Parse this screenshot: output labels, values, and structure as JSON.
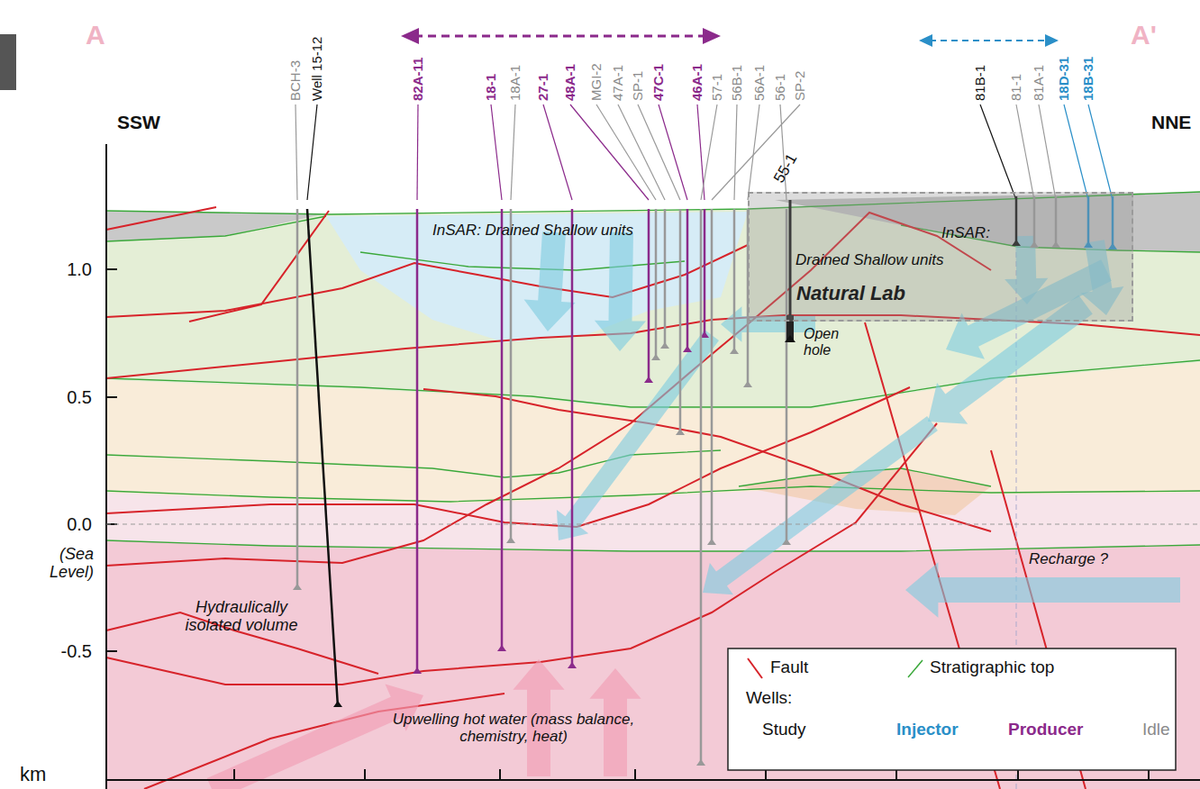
{
  "diagram": {
    "nodes": [
      {
        "text": [
          "Natural Lab"
        ]
      }
    ],
    "labels": [
      "A",
      "A'",
      "SSW",
      "NNE",
      "BCH-3",
      "Well 15-12",
      "82A-11",
      "18-1",
      "18A-1",
      "27-1",
      "48A-1",
      "MGI-2",
      "47A-1",
      "SP-1",
      "47C-1",
      "46A-1",
      "57-1",
      "56B-1",
      "56A-1",
      "56-1",
      "SP-2",
      "55-1",
      "81B-1",
      "81-1",
      "81A-1",
      "18D-31",
      "18B-31",
      "1.0",
      "0.5",
      "0.0",
      "(Sea Level)",
      "-0.5",
      "km",
      "InSAR: Drained Shallow units",
      "InSAR:",
      "Drained Shallow units",
      "Open hole",
      "Hydraulically isolated volume",
      "Upwelling hot water (mass balance, chemistry, heat)",
      "Recharge ?",
      "Wells:"
    ],
    "legend": [
      {
        "text": "Fault"
      },
      {
        "text": "Stratigraphic top"
      },
      {
        "text": "Study"
      },
      {
        "text": "Injector"
      },
      {
        "text": "Producer"
      },
      {
        "text": "Idle"
      }
    ]
  }
}
